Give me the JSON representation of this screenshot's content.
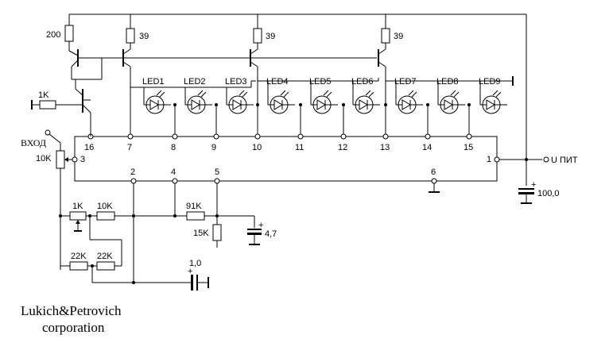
{
  "inputs": {
    "vhod": "ВХОД",
    "upit": "U ПИТ"
  },
  "resistors": {
    "r_top_left": "200",
    "r_39_a": "39",
    "r_39_b": "39",
    "r_39_c": "39",
    "r_base": "1K",
    "r_pot_in": "10K",
    "r_pot_1k": "1K",
    "r_10k": "10K",
    "r_91k": "91K",
    "r_15k": "15K",
    "r_22k_a": "22K",
    "r_22k_b": "22K"
  },
  "capacitors": {
    "c_100": "100,0",
    "c_47": "4,7",
    "c_1": "1,0",
    "plus": "+"
  },
  "leds": [
    "LED1",
    "LED2",
    "LED3",
    "LED4",
    "LED5",
    "LED6",
    "LED7",
    "LED8",
    "LED9"
  ],
  "ic_pins": {
    "p16": "16",
    "p7": "7",
    "p8": "8",
    "p9": "9",
    "p10": "10",
    "p11": "11",
    "p12": "12",
    "p13": "13",
    "p14": "14",
    "p15": "15",
    "p3": "3",
    "p1": "1",
    "p2": "2",
    "p4": "4",
    "p5": "5",
    "p6": "6"
  },
  "credit": {
    "line1": "Lukich&Petrovich",
    "line2": "corporation"
  }
}
